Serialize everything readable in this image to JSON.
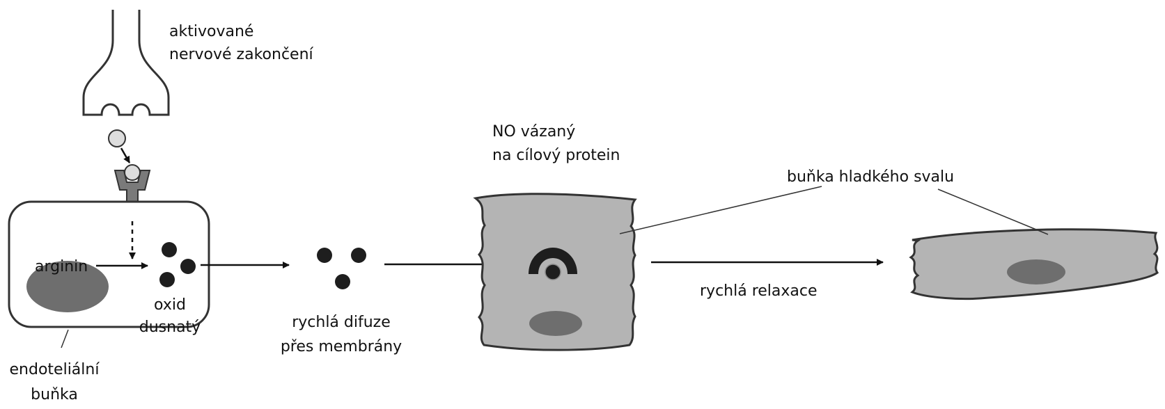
{
  "labels": {
    "nerve_ending_line1": "aktivované",
    "nerve_ending_line2": "nervové zakončení",
    "arginine": "arginin",
    "nitric_oxide_line1": "oxid",
    "nitric_oxide_line2": "dusnatý",
    "endothelial_cell_line1": "endoteliální",
    "endothelial_cell_line2": "buňka",
    "diffusion_line1": "rychlá difuze",
    "diffusion_line2": "přes membrány",
    "no_bound_line1": "NO vázaný",
    "no_bound_line2": "na cílový protein",
    "smooth_muscle_cell": "buňka hladkého svalu",
    "relaxation": "rychlá relaxace"
  },
  "colors": {
    "cell_fill": "#b4b4b4",
    "nucleus_fill": "#6e6e6e",
    "no_molecule": "#1e1e1e",
    "receptor": "#7a7a7a",
    "outline": "#333333"
  }
}
